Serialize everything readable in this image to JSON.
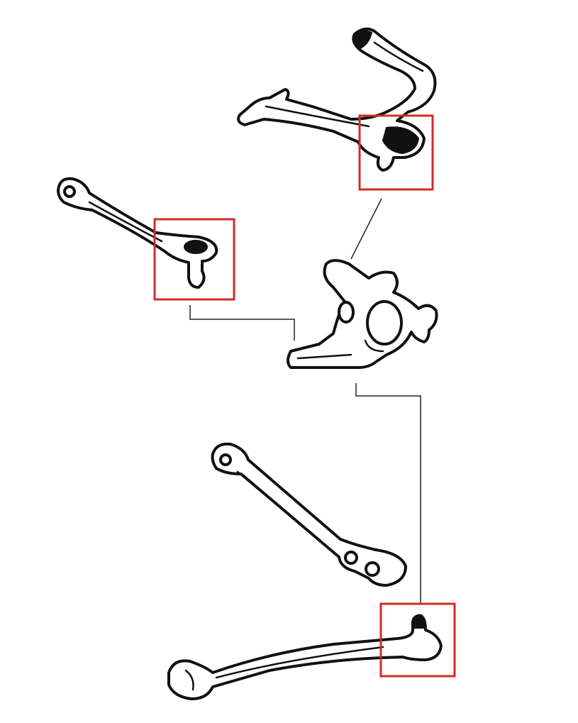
{
  "diagram": {
    "highlight_color": "#d42a2a",
    "line_color": "#111111",
    "background": "#ffffff",
    "parts": [
      {
        "id": "upper-control-arm",
        "highlighted_joint": true
      },
      {
        "id": "front-lower-arm",
        "highlighted_joint": true
      },
      {
        "id": "steering-knuckle",
        "highlighted_joint": false
      },
      {
        "id": "tension-strut",
        "highlighted_joint": false
      },
      {
        "id": "rear-lower-arm",
        "highlighted_joint": true
      }
    ]
  }
}
